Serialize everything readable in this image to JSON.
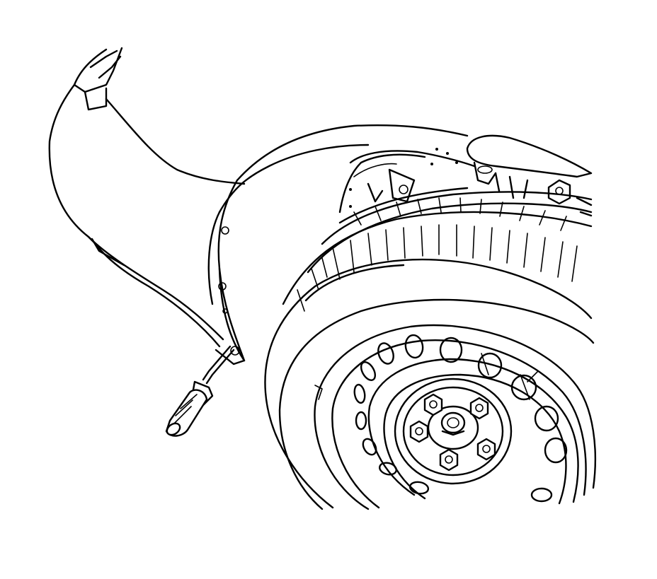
{
  "illustration": {
    "components": [
      {
        "id": "fender",
        "icon": "fender-panel-icon"
      },
      {
        "id": "wheelhouse-liner",
        "icon": "wheelhouse-liner-icon"
      },
      {
        "id": "screwdriver",
        "icon": "screwdriver-icon"
      },
      {
        "id": "tire",
        "icon": "tire-icon"
      },
      {
        "id": "steel-wheel",
        "icon": "steel-wheel-icon"
      },
      {
        "id": "lug-nuts",
        "icon": "lug-nut-icon",
        "count": 5
      },
      {
        "id": "wheel-vent-holes",
        "icon": "vent-hole-icon"
      },
      {
        "id": "strut-mount",
        "icon": "strut-mount-icon"
      }
    ],
    "line_color": "#000000",
    "background_color": "#ffffff"
  }
}
